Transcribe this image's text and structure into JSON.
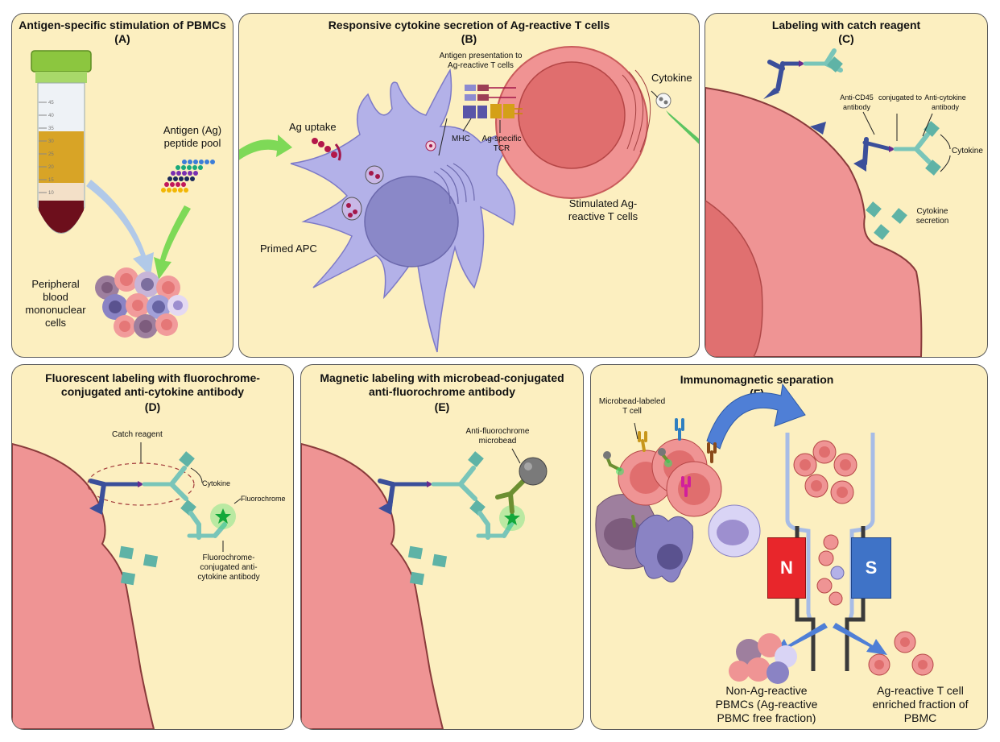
{
  "panels": {
    "a": {
      "title": "Antigen-specific stimulation of PBMCs",
      "letter": "(A)",
      "antigen_label": "Antigen (Ag) peptide pool",
      "pbmc_label": "Peripheral blood mononuclear cells",
      "tube_marks": [
        "45",
        "40",
        "35",
        "30",
        "25",
        "20",
        "15",
        "10"
      ]
    },
    "b": {
      "title": "Responsive cytokine secretion of Ag-reactive T cells",
      "letter": "(B)",
      "ag_uptake": "Ag uptake",
      "primed_apc": "Primed APC",
      "presentation": "Antigen presentation to Ag-reactive T cells",
      "mhc": "MHC",
      "tcr": "Ag-specific TCR",
      "cytokine": "Cytokine",
      "stimulated": "Stimulated Ag-reactive T cells"
    },
    "c": {
      "title": "Labeling with catch reagent",
      "letter": "(C)",
      "anti_cd45": "Anti-CD45 antibody",
      "conjugated": "conjugated to",
      "anti_cytokine": "Anti-cytokine antibody",
      "cytokine": "Cytokine",
      "secretion": "Cytokine secretion"
    },
    "d": {
      "title": "Fluorescent labeling with fluorochrome-conjugated anti-cytokine antibody",
      "letter": "(D)",
      "catch": "Catch reagent",
      "cytokine": "Cytokine",
      "fluorochrome": "Fluorochrome",
      "fc_antibody": "Fluorochrome-conjugated anti-cytokine antibody"
    },
    "e": {
      "title": "Magnetic labeling with microbead-conjugated anti-fluorochrome antibody",
      "letter": "(E)",
      "microbead": "Anti-fluorochrome microbead"
    },
    "f": {
      "title": "Immunomagnetic separation",
      "letter": "(F)",
      "labeled": "Microbead-labeled T cell",
      "north": "N",
      "south": "S",
      "non_reactive": "Non-Ag-reactive PBMCs (Ag-reactive PBMC free fraction)",
      "enriched": "Ag-reactive T cell enriched fraction of PBMC"
    }
  },
  "colors": {
    "panel_bg": "#fcefc0",
    "cell_pink": "#ef9494",
    "apc_purple": "#b3b1e8",
    "antibody_blue": "#3b4f9a",
    "antibody_teal": "#79c5b9",
    "cytokine": "#5fb3a6",
    "fluor_green": "#1fd04a",
    "magnet_north": "#e8262b",
    "magnet_south": "#3f73c7"
  }
}
